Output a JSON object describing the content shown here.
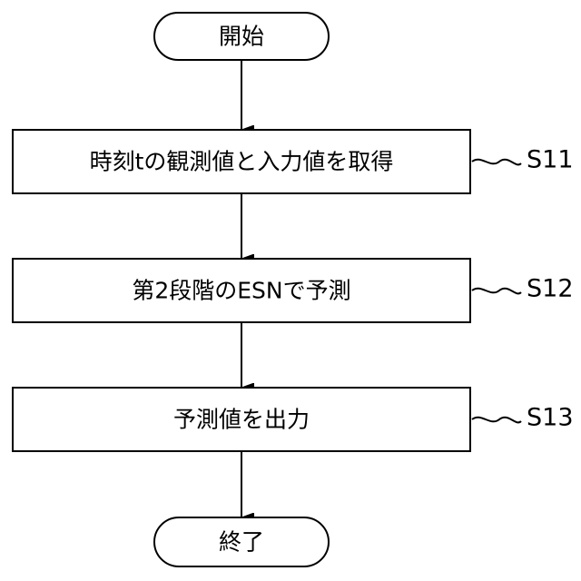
{
  "flowchart": {
    "start": {
      "label": "開始"
    },
    "end": {
      "label": "終了"
    },
    "steps": [
      {
        "label": "時刻tの観測値と入力値を取得",
        "step_id": "S11"
      },
      {
        "label": "第2段階のESNで予測",
        "step_id": "S12"
      },
      {
        "label": "予測値を出力",
        "step_id": "S13"
      }
    ]
  }
}
